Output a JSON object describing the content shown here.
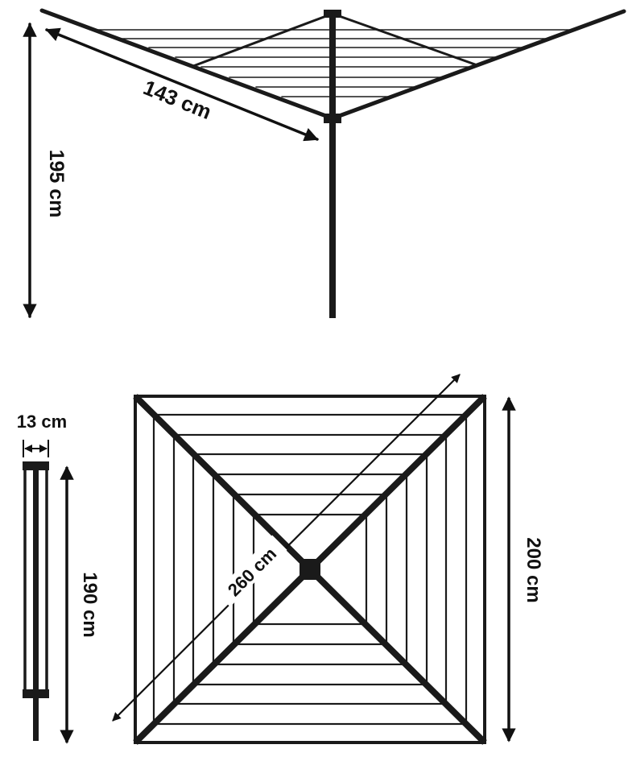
{
  "diagram": {
    "line_color": "#1a1a1a",
    "background": "#ffffff",
    "dimensions": {
      "height_assembled": "195 cm",
      "arm_length": "143 cm",
      "folded_width": "13 cm",
      "folded_length": "190 cm",
      "diagonal": "260 cm",
      "side": "200 cm"
    }
  }
}
